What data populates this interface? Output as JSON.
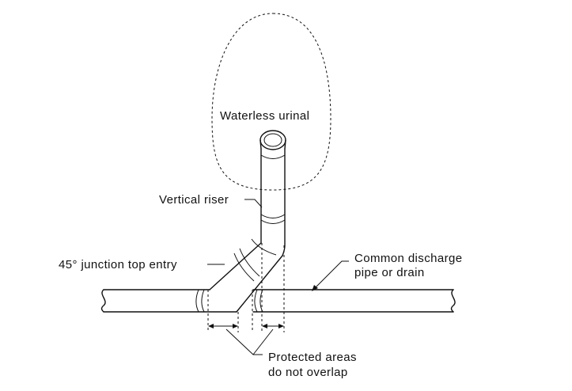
{
  "labels": {
    "urinal": "Waterless urinal",
    "riser": "Vertical riser",
    "junction": "45° junction top entry",
    "discharge_line1": "Common discharge",
    "discharge_line2": "pipe or drain",
    "protected_line1": "Protected areas",
    "protected_line2": "do not overlap"
  },
  "colors": {
    "line": "#111111",
    "background": "#ffffff"
  }
}
